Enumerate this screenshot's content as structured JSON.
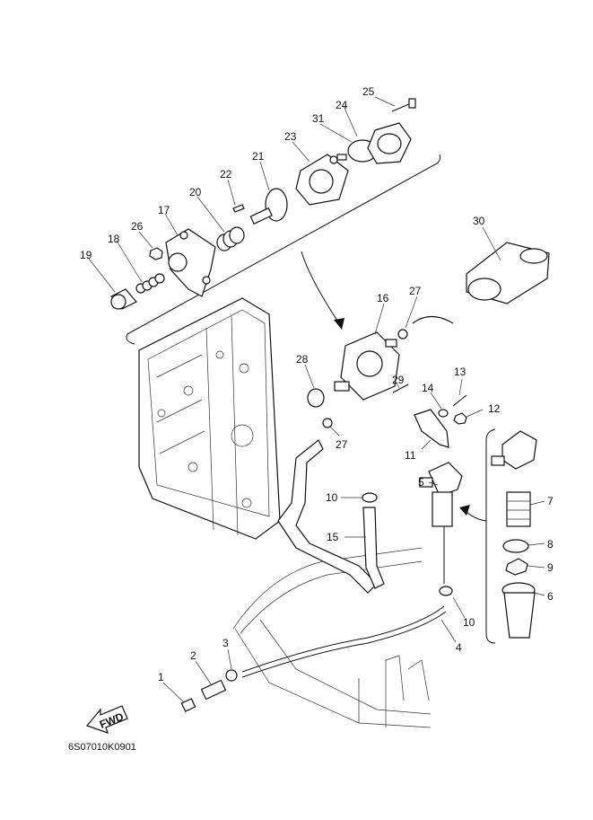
{
  "diagram": {
    "drawing_code": "6S07010K0901",
    "direction_badge": "FWD",
    "callouts": [
      {
        "id": "c1",
        "label": "1"
      },
      {
        "id": "c2",
        "label": "2"
      },
      {
        "id": "c3",
        "label": "3"
      },
      {
        "id": "c4",
        "label": "4"
      },
      {
        "id": "c5",
        "label": "5"
      },
      {
        "id": "c6",
        "label": "6"
      },
      {
        "id": "c7",
        "label": "7"
      },
      {
        "id": "c8",
        "label": "8"
      },
      {
        "id": "c9",
        "label": "9"
      },
      {
        "id": "c10a",
        "label": "10"
      },
      {
        "id": "c10b",
        "label": "10"
      },
      {
        "id": "c11",
        "label": "11"
      },
      {
        "id": "c12",
        "label": "12"
      },
      {
        "id": "c13",
        "label": "13"
      },
      {
        "id": "c14",
        "label": "14"
      },
      {
        "id": "c15",
        "label": "15"
      },
      {
        "id": "c16",
        "label": "16"
      },
      {
        "id": "c17",
        "label": "17"
      },
      {
        "id": "c18",
        "label": "18"
      },
      {
        "id": "c19",
        "label": "19"
      },
      {
        "id": "c20",
        "label": "20"
      },
      {
        "id": "c21",
        "label": "21"
      },
      {
        "id": "c22",
        "label": "22"
      },
      {
        "id": "c23",
        "label": "23"
      },
      {
        "id": "c24",
        "label": "24"
      },
      {
        "id": "c25",
        "label": "25"
      },
      {
        "id": "c26",
        "label": "26"
      },
      {
        "id": "c27a",
        "label": "27"
      },
      {
        "id": "c27b",
        "label": "27"
      },
      {
        "id": "c28",
        "label": "28"
      },
      {
        "id": "c29",
        "label": "29"
      },
      {
        "id": "c30",
        "label": "30"
      },
      {
        "id": "c31",
        "label": "31"
      }
    ]
  }
}
